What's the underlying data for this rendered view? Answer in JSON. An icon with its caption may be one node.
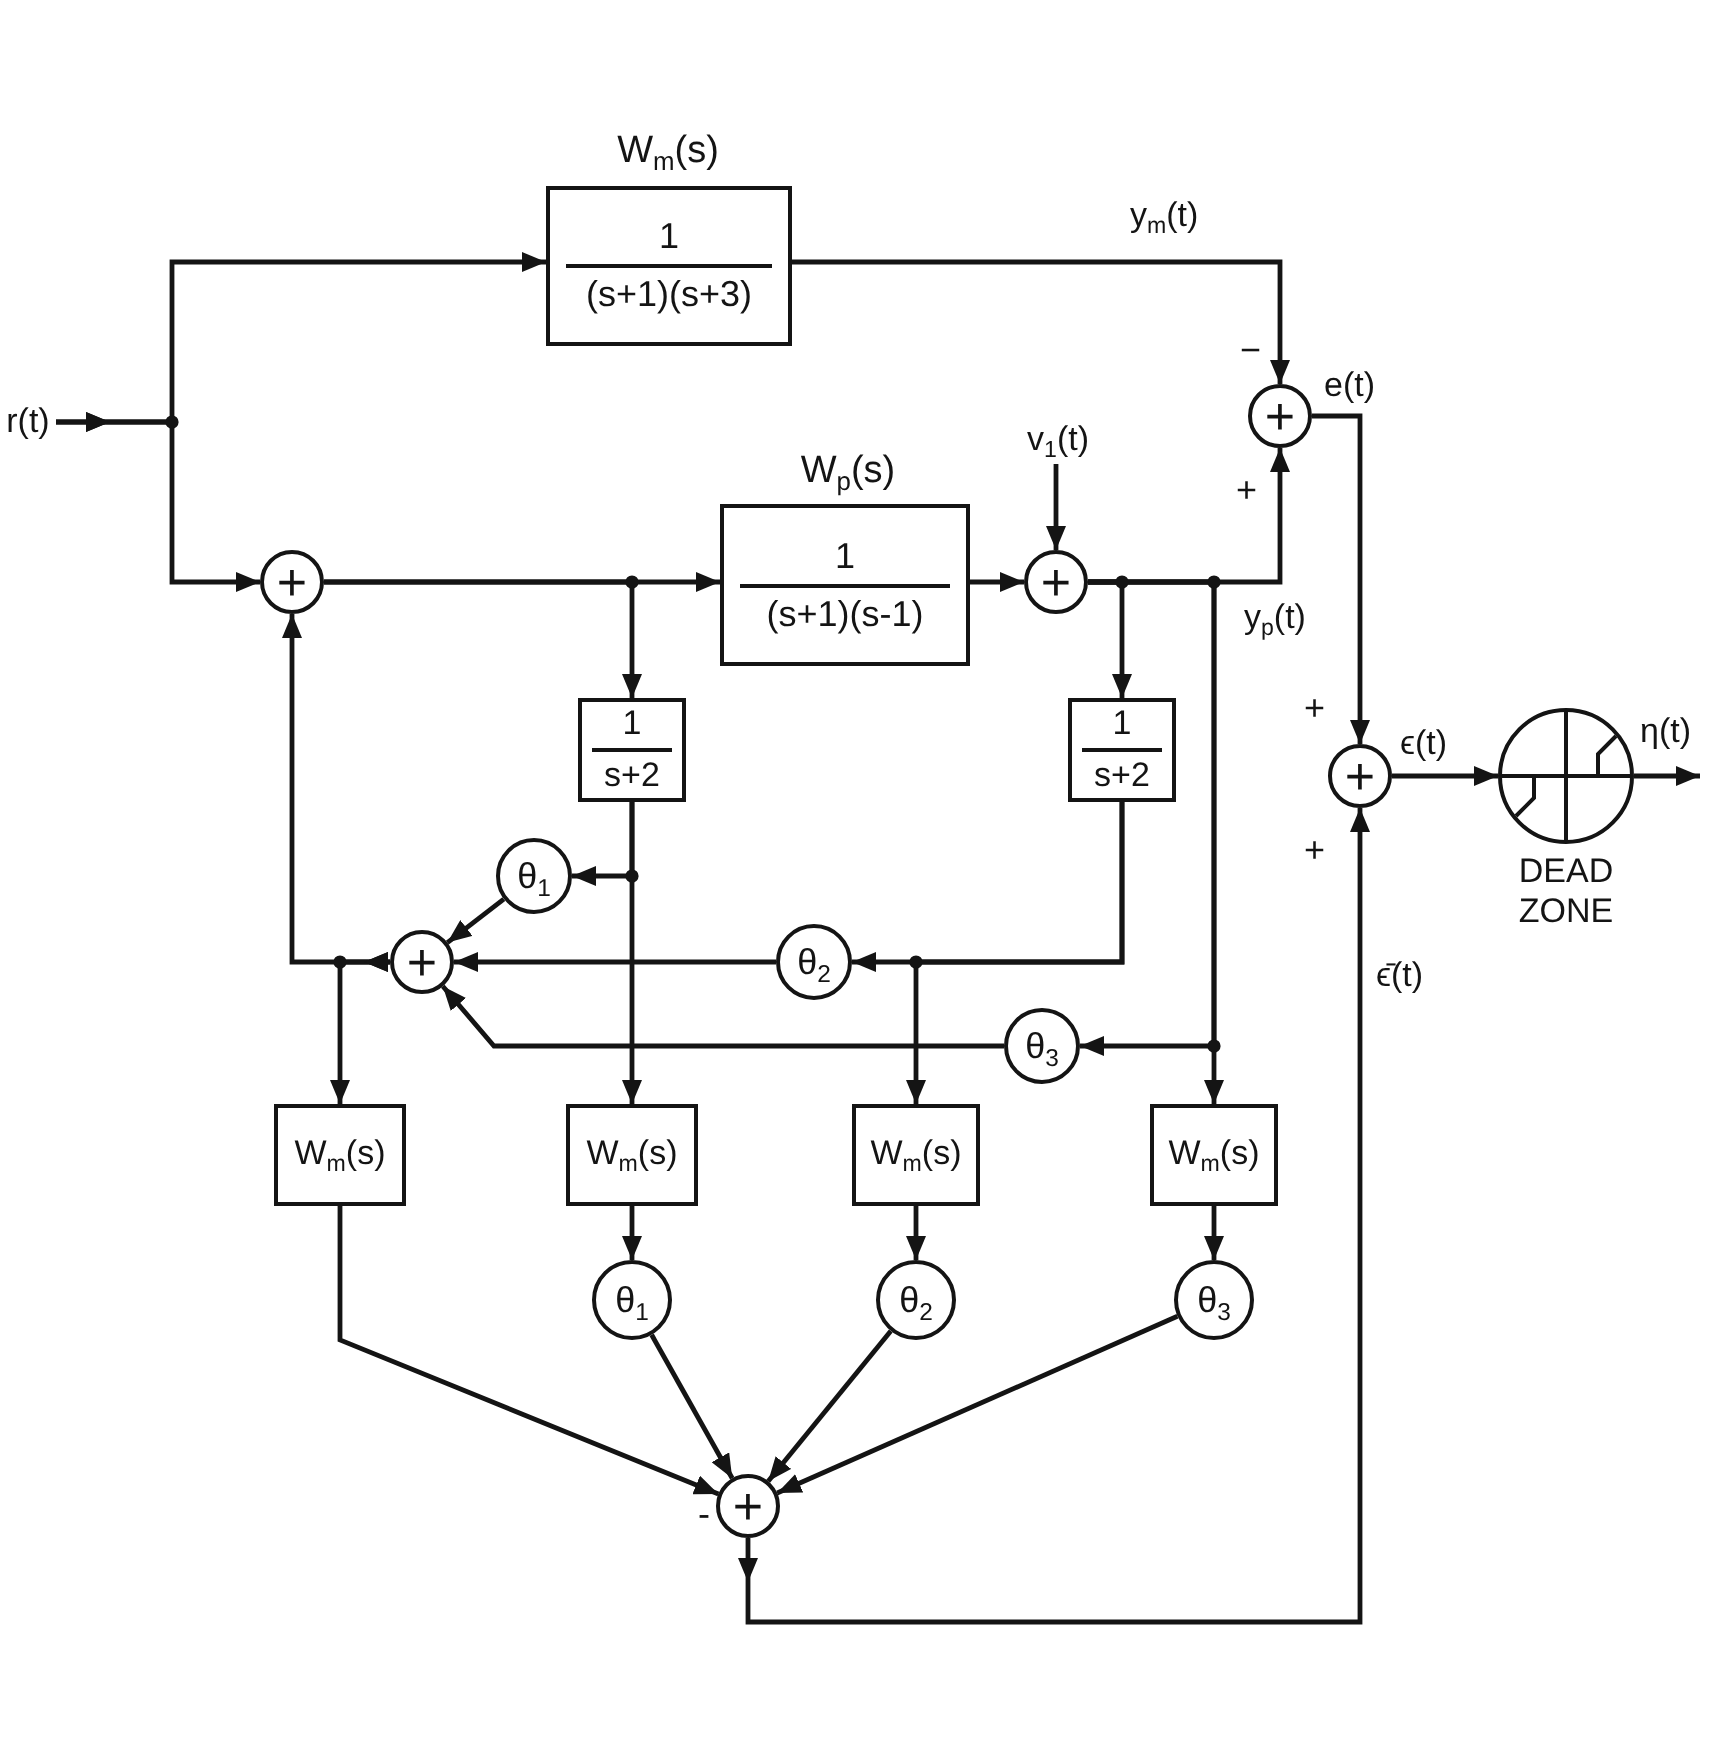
{
  "diagram": {
    "nodes": [
      {
        "text": [
          "W$_{m}$(s)",
          "1",
          "(s+1)(s+3)"
        ]
      },
      {
        "text": [
          "r(t)"
        ]
      },
      {
        "text": [
          "+"
        ]
      },
      {
        "text": [
          "v$_{1}$(t)"
        ]
      },
      {
        "text": [
          "W$_{p}$(s)",
          "1",
          "(s+1)(s-1)"
        ]
      },
      {
        "text": [
          "+"
        ]
      },
      {
        "text": [
          "+"
        ]
      },
      {
        "text": [
          "1",
          "s+2"
        ]
      },
      {
        "text": [
          "1",
          "s+2"
        ]
      },
      {
        "text": [
          "+"
        ]
      },
      {
        "text": [],
        "shape": "circle",
        "beside": [
          "DEAD ZONE"
        ]
      },
      {
        "text": [
          "θ$_{1}$"
        ]
      },
      {
        "text": [
          "+"
        ]
      },
      {
        "text": [
          "θ$_{2}$"
        ]
      },
      {
        "text": [
          "θ$_{3}$"
        ]
      },
      {
        "text": [
          "W$_{m}$(s)"
        ]
      },
      {
        "text": [
          "W$_{m}$(s)"
        ]
      },
      {
        "text": [
          "W$_{m}$(s)"
        ]
      },
      {
        "text": [
          "W$_{m}$(s)"
        ]
      },
      {
        "text": [
          "θ$_{1}$"
        ]
      },
      {
        "text": [
          "θ$_{2}$"
        ]
      },
      {
        "text": [
          "θ$_{3}$"
        ]
      },
      {
        "text": [
          "+"
        ]
      }
    ],
    "edges": [
      {
        "from": 1,
        "to": 0,
        "arrow": "to"
      },
      {
        "from": 1,
        "to": 5,
        "arrow": "to"
      },
      {
        "from": 0,
        "to": 2,
        "arrow": "to",
        "label": "y$_{m}$(t)"
      },
      {
        "from": 5,
        "to": 4,
        "arrow": "to"
      },
      {
        "from": 5,
        "to": 7,
        "arrow": "to"
      },
      {
        "from": 4,
        "to": 6,
        "arrow": "to"
      },
      {
        "from": 3,
        "to": 6,
        "arrow": "to"
      },
      {
        "from": 6,
        "to": 2,
        "arrow": "to",
        "label": "y$_{p}$(t)"
      },
      {
        "from": 6,
        "to": 8,
        "arrow": "to"
      },
      {
        "from": 6,
        "to": 14,
        "arrow": "to"
      },
      {
        "from": 6,
        "to": 18,
        "arrow": "to"
      },
      {
        "from": 2,
        "to": 9,
        "arrow": "to",
        "label": "e(t)"
      },
      {
        "from": 9,
        "to": 10,
        "arrow": "to",
        "label": "ϵ(t)"
      },
      {
        "from": 10,
        "to": null,
        "arrow": "to",
        "label": "η(t)"
      },
      {
        "from": 7,
        "to": 11,
        "arrow": "to"
      },
      {
        "from": 7,
        "to": 16,
        "arrow": "to"
      },
      {
        "from": 11,
        "to": 12,
        "arrow": "to"
      },
      {
        "from": 8,
        "to": 13,
        "arrow": "to"
      },
      {
        "from": 8,
        "to": 17,
        "arrow": "to"
      },
      {
        "from": 13,
        "to": 12,
        "arrow": "to"
      },
      {
        "from": 14,
        "to": 12,
        "arrow": "to"
      },
      {
        "from": 12,
        "to": 5,
        "arrow": "to"
      },
      {
        "from": 12,
        "to": 15,
        "arrow": "to"
      },
      {
        "from": 15,
        "to": 22,
        "arrow": "to"
      },
      {
        "from": 16,
        "to": 19,
        "arrow": "to"
      },
      {
        "from": 17,
        "to": 20,
        "arrow": "to"
      },
      {
        "from": 18,
        "to": 21,
        "arrow": "to"
      },
      {
        "from": 19,
        "to": 22,
        "arrow": "to"
      },
      {
        "from": 20,
        "to": 22,
        "arrow": "to"
      },
      {
        "from": 21,
        "to": 22,
        "arrow": "to"
      },
      {
        "from": 22,
        "to": 9,
        "arrow": "to",
        "label": "ϵ̄(t)"
      }
    ],
    "labels": [
      "−",
      "+",
      "+",
      "+",
      "-"
    ]
  }
}
